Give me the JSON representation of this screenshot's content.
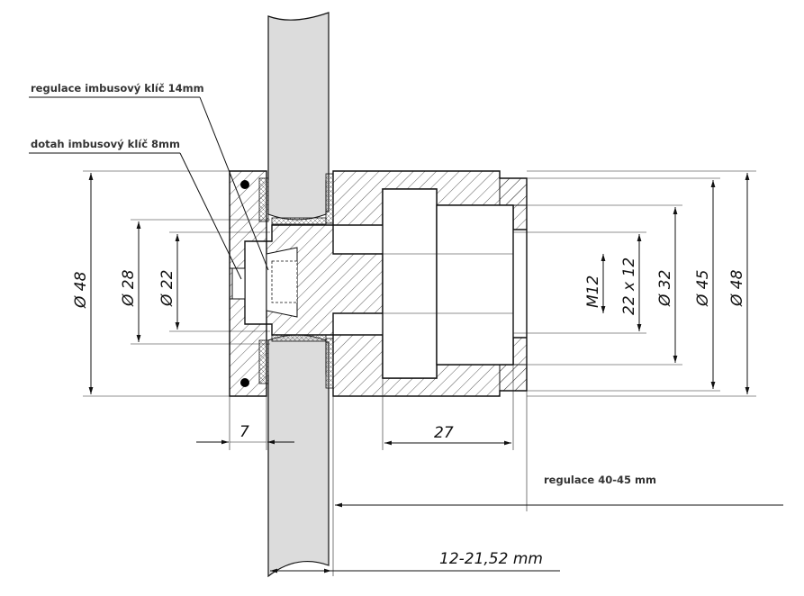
{
  "annotations": {
    "adjust_key": "regulace imbusový klíč 14mm",
    "tighten_key": "dotah imbusový klíč 8mm",
    "adjust_range": "regulace 40-45 mm"
  },
  "dimensions": {
    "left_d48": "Ø 48",
    "left_d28": "Ø 28",
    "left_d22": "Ø 22",
    "right_m12": "M12",
    "right_22x12": "22 x 12",
    "right_d32": "Ø 32",
    "right_d45": "Ø 45",
    "right_d48": "Ø 48",
    "bottom_7": "7",
    "bottom_27": "27",
    "glass_thickness": "12-21,52 mm"
  },
  "colors": {
    "glass": "#dcdcdc",
    "line": "#111111",
    "annotation_text": "#333333"
  }
}
